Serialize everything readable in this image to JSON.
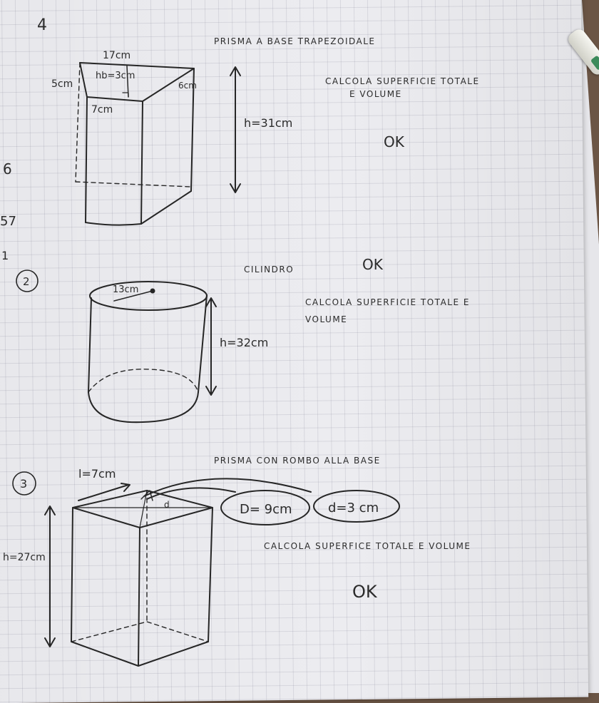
{
  "page": {
    "corner_mark": "4",
    "margin_marks": [
      "6",
      "57",
      "1"
    ]
  },
  "problems": [
    {
      "number": "",
      "title": "PRISMA A BASE TRAPEZOIDALE",
      "instruction_line1": "CALCOLA SUPERFICIE TOTALE",
      "instruction_line2": "E VOLUME",
      "status": "OK",
      "labels": {
        "top": "17cm",
        "left": "5cm",
        "height_base": "hb=3cm",
        "slant": "6cm",
        "bottom": "7cm",
        "height": "h=31cm"
      }
    },
    {
      "number": "2",
      "title": "CILINDRO",
      "instruction_line1": "CALCOLA SUPERFICIE TOTALE E",
      "instruction_line2": "VOLUME",
      "status": "OK",
      "labels": {
        "radius": "13cm",
        "height": "h=32cm"
      }
    },
    {
      "number": "3",
      "title": "PRISMA CON ROMBO ALLA BASE",
      "instruction_line1": "CALCOLA SUPERFICE TOTALE E VOLUME",
      "status": "OK",
      "labels": {
        "side": "l=7cm",
        "height": "h=27cm",
        "major_diagonal": "D= 9cm",
        "minor_diagonal": "d=3 cm",
        "small_d": "d"
      }
    }
  ]
}
